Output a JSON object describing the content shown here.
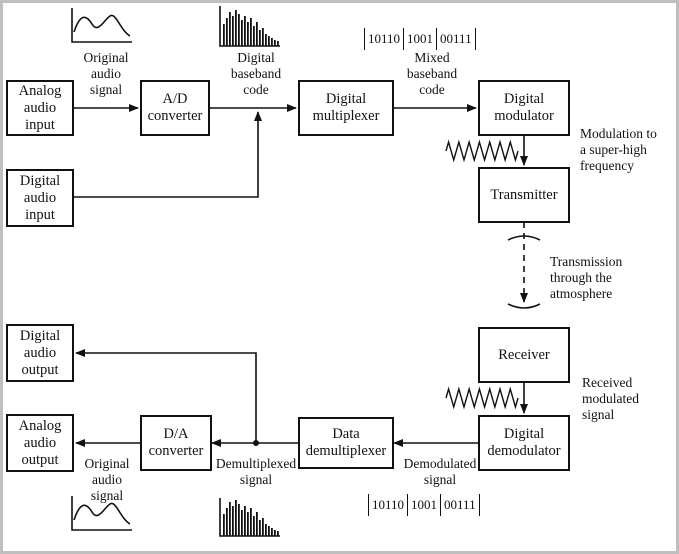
{
  "boxes": {
    "analog_input": "Analog\naudio\ninput",
    "ad": "A/D\nconverter",
    "mux": "Digital\nmultiplexer",
    "modulator": "Digital\nmodulator",
    "digital_input": "Digital\naudio\ninput",
    "transmitter": "Transmitter",
    "receiver": "Receiver",
    "demodulator": "Digital\ndemodulator",
    "demux": "Data\ndemultiplexer",
    "da": "D/A\nconverter",
    "digital_output": "Digital\naudio\noutput",
    "analog_output": "Analog\naudio\noutput"
  },
  "labels": {
    "orig_top": "Original\naudio\nsignal",
    "baseband": "Digital\nbaseband\ncode",
    "mixed": "Mixed\nbaseband\ncode",
    "modulation": "Modulation to\na super-high\nfrequency",
    "transmission": "Transmission\nthrough the\natmosphere",
    "received": "Received\nmodulated\nsignal",
    "demodulated": "Demodulated\nsignal",
    "demultiplexed": "Demultiplexed\nsignal",
    "orig_bottom": "Original\naudio\nsignal"
  },
  "codes": {
    "top": [
      "10110",
      "1001",
      "00111"
    ],
    "bottom": [
      "10110",
      "1001",
      "00111"
    ]
  }
}
